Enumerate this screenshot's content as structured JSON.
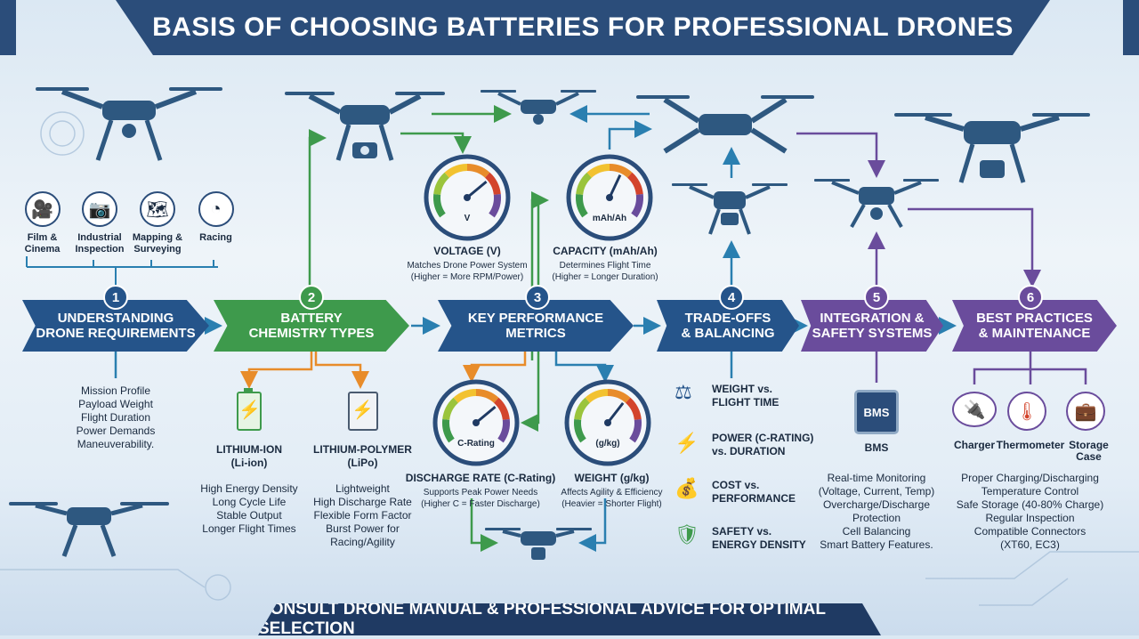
{
  "title": "BASIS OF CHOOSING BATTERIES FOR PROFESSIONAL DRONES",
  "footer": "CONSULT DRONE MANUAL & PROFESSIONAL ADVICE FOR OPTIMAL SELECTION",
  "steps": [
    {
      "num": "1",
      "label": "UNDERSTANDING\nDRONE REQUIREMENTS",
      "color": "#25548a"
    },
    {
      "num": "2",
      "label": "BATTERY\nCHEMISTRY TYPES",
      "color": "#3e9a4c"
    },
    {
      "num": "3",
      "label": "KEY PERFORMANCE\nMETRICS",
      "color": "#25548a"
    },
    {
      "num": "4",
      "label": "TRADE-OFFS\n& BALANCING",
      "color": "#25548a"
    },
    {
      "num": "5",
      "label": "INTEGRATION &\nSAFETY SYSTEMS",
      "color": "#6a4c9c"
    },
    {
      "num": "6",
      "label": "BEST PRACTICES\n& MAINTENANCE",
      "color": "#6a4c9c"
    }
  ],
  "uses": [
    {
      "label": "Film &\nCinema",
      "icon": "camera-icon"
    },
    {
      "label": "Industrial\nInspection",
      "icon": "inspection-icon"
    },
    {
      "label": "Mapping &\nSurveying",
      "icon": "mapping-icon"
    },
    {
      "label": "Racing",
      "icon": "speedometer-icon"
    }
  ],
  "requirements": "Mission Profile\nPayload Weight\nFlight Duration\nPower Demands\nManeuverability.",
  "chemistry": [
    {
      "name": "LITHIUM-ION\n(Li-ion)",
      "features": "High Energy Density\nLong Cycle Life\nStable Output\nLonger Flight Times",
      "color": "#3e9a4c"
    },
    {
      "name": "LITHIUM-POLYMER\n(LiPo)",
      "features": "Lightweight\nHigh Discharge Rate\nFlexible Form Factor\nBurst Power for\nRacing/Agility",
      "color": "#e88c2a"
    }
  ],
  "gauges": [
    {
      "unit": "V",
      "title": "VOLTAGE (V)",
      "sub": "Matches Drone Power System\n(Higher = More RPM/Power)",
      "value": 0.7
    },
    {
      "unit": "mAh/Ah",
      "title": "CAPACITY (mAh/Ah)",
      "sub": "Determines Flight Time\n(Higher = Longer Duration)",
      "value": 0.6
    },
    {
      "unit": "C-Rating",
      "title": "DISCHARGE RATE (C-Rating)",
      "sub": "Supports Peak Power Needs\n(Higher C = Faster Discharge)",
      "value": 0.7
    },
    {
      "unit": "(g/kg)",
      "title": "WEIGHT (g/kg)",
      "sub": "Affects Agility & Efficiency\n(Heavier = Shorter Flight)",
      "value": 0.65
    }
  ],
  "tradeoffs": [
    {
      "label": "WEIGHT vs.\nFLIGHT TIME",
      "icon": "scale-icon"
    },
    {
      "label": "POWER (C-RATING)\nvs. DURATION",
      "icon": "lightning-icon"
    },
    {
      "label": "COST vs.\nPERFORMANCE",
      "icon": "coins-icon"
    },
    {
      "label": "SAFETY vs.\nENERGY DENSITY",
      "icon": "shield-icon"
    }
  ],
  "bms": {
    "chip": "BMS",
    "label": "BMS",
    "details": "Real-time Monitoring\n(Voltage, Current, Temp)\nOvercharge/Discharge\nProtection\nCell Balancing\nSmart Battery Features."
  },
  "maintenance": {
    "tools": [
      {
        "label": "Charger",
        "icon": "charger-icon"
      },
      {
        "label": "Thermometer",
        "icon": "thermometer-icon"
      },
      {
        "label": "Storage\nCase",
        "icon": "storage-case-icon"
      }
    ],
    "details": "Proper Charging/Discharging\nTemperature Control\nSafe Storage (40-80% Charge)\nRegular Inspection\nCompatible Connectors\n(XT60, EC3)"
  },
  "colors": {
    "navy": "#25548a",
    "green": "#3e9a4c",
    "orange": "#e88c2a",
    "purple": "#6a4c9c",
    "teal": "#2a8fa8"
  }
}
